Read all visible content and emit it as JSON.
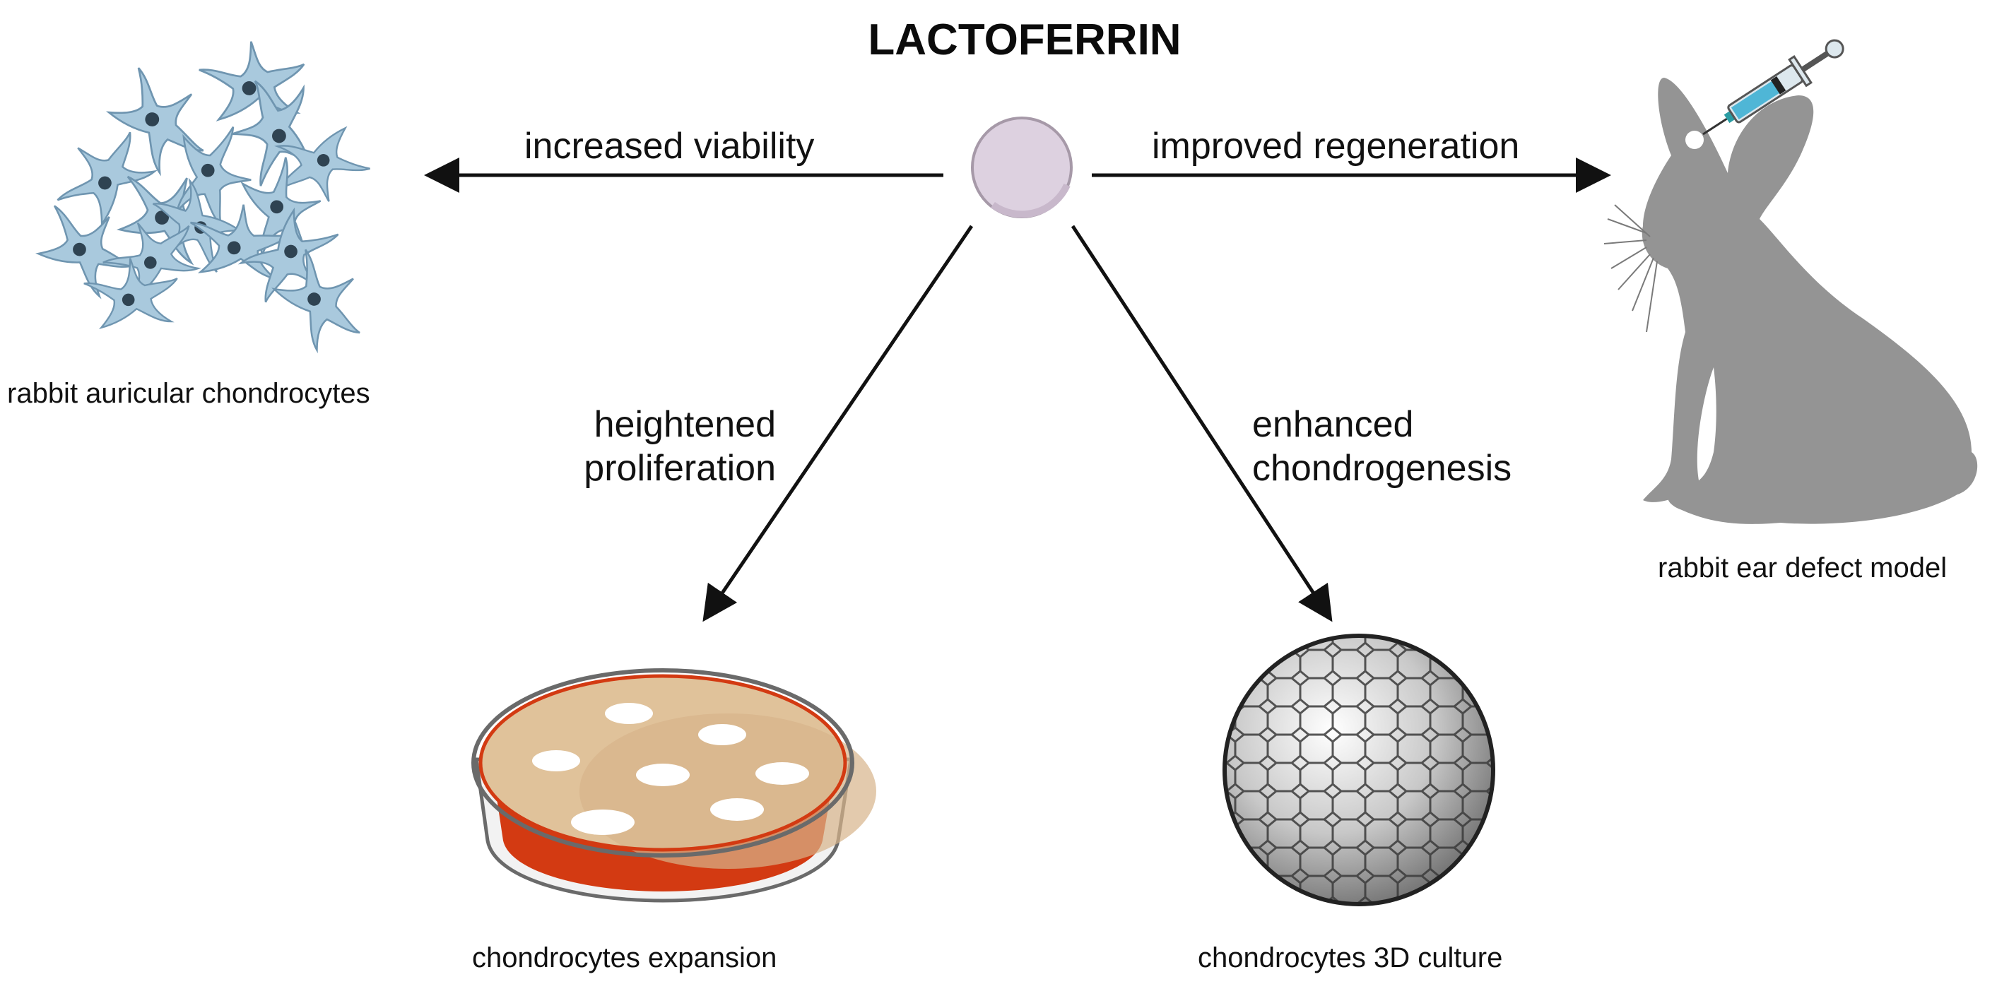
{
  "title": "LACTOFERRIN",
  "effects": {
    "left": "increased viability",
    "right": "improved regeneration",
    "down_left_line1": "heightened",
    "down_left_line2": "proliferation",
    "down_right_line1": "enhanced",
    "down_right_line2": "chondrogenesis"
  },
  "captions": {
    "chondrocytes": "rabbit auricular chondrocytes",
    "rabbit": "rabbit ear defect model",
    "dish": "chondrocytes expansion",
    "sphere": "chondrocytes 3D culture"
  },
  "colors": {
    "molecule": "#ddd1e0",
    "cells": "#a9c9dd",
    "rabbit": "#949494",
    "medium": "#e0c29a",
    "dish_red": "#d33a12",
    "sphere": "#d0d0d0"
  },
  "icons": {
    "center": "lactoferrin-molecule-icon",
    "cells": "chondrocyte-cells-icon",
    "rabbit": "rabbit-silhouette-icon",
    "syringe": "syringe-icon",
    "dish": "petri-dish-icon",
    "sphere": "cartilage-spheroid-icon"
  }
}
